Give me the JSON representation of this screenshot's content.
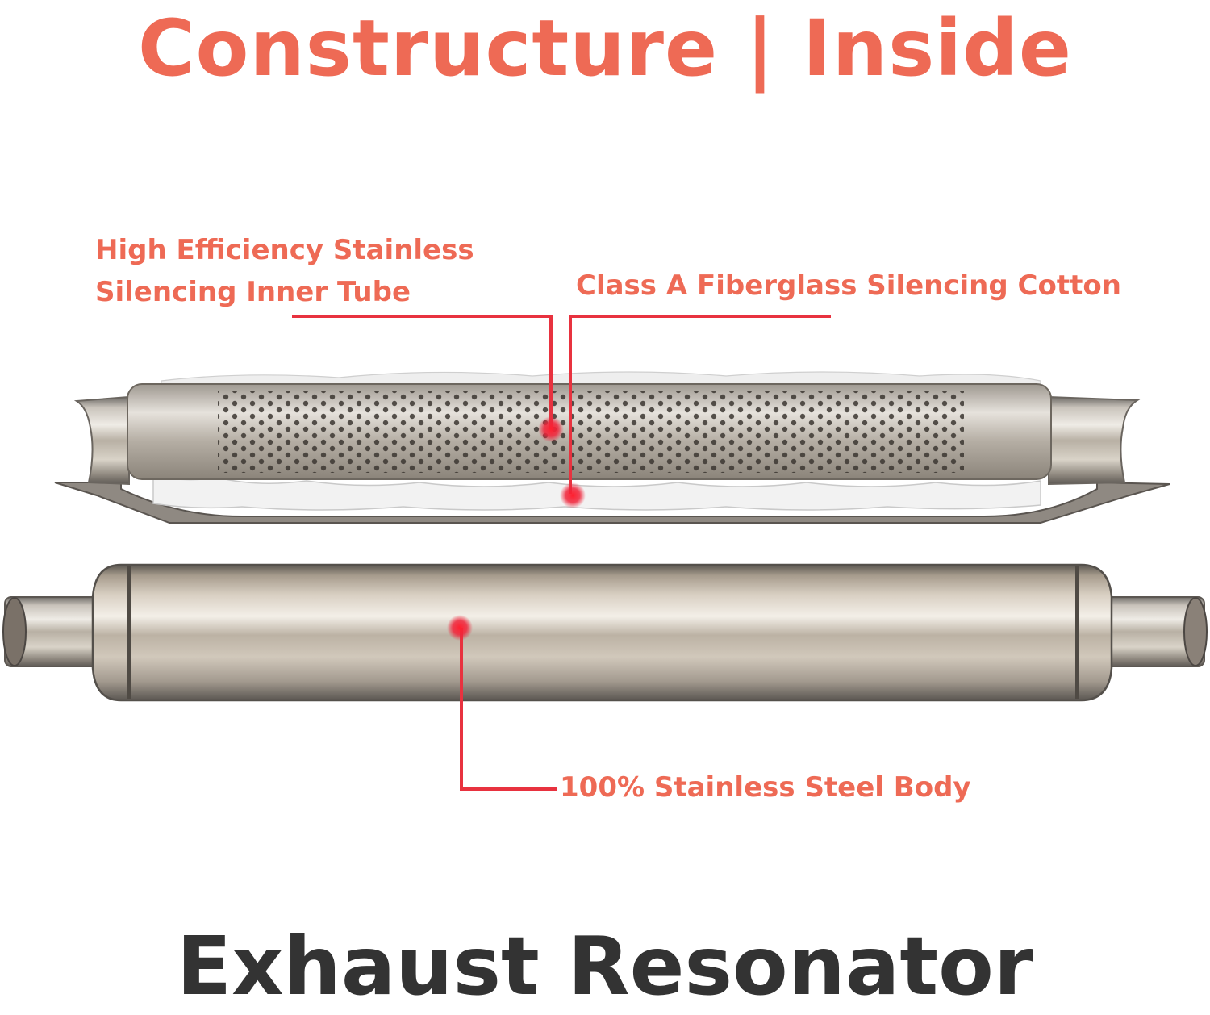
{
  "heading": {
    "text": "Constructure | Inside"
  },
  "callouts": {
    "inner_tube": {
      "line1": "High Efficiency Stainless",
      "line2": "Silencing Inner Tube"
    },
    "cotton": {
      "text": "Class A Fiberglass Silencing Cotton"
    },
    "body": {
      "text": "100% Stainless Steel Body"
    }
  },
  "footer": {
    "text": "Exhaust Resonator"
  },
  "colors": {
    "accent": "#ee6a55",
    "leader": "#e8323f",
    "footer_text": "#333333",
    "steel": "#b9b3ab",
    "fiberglass": "#f2f2f2"
  }
}
